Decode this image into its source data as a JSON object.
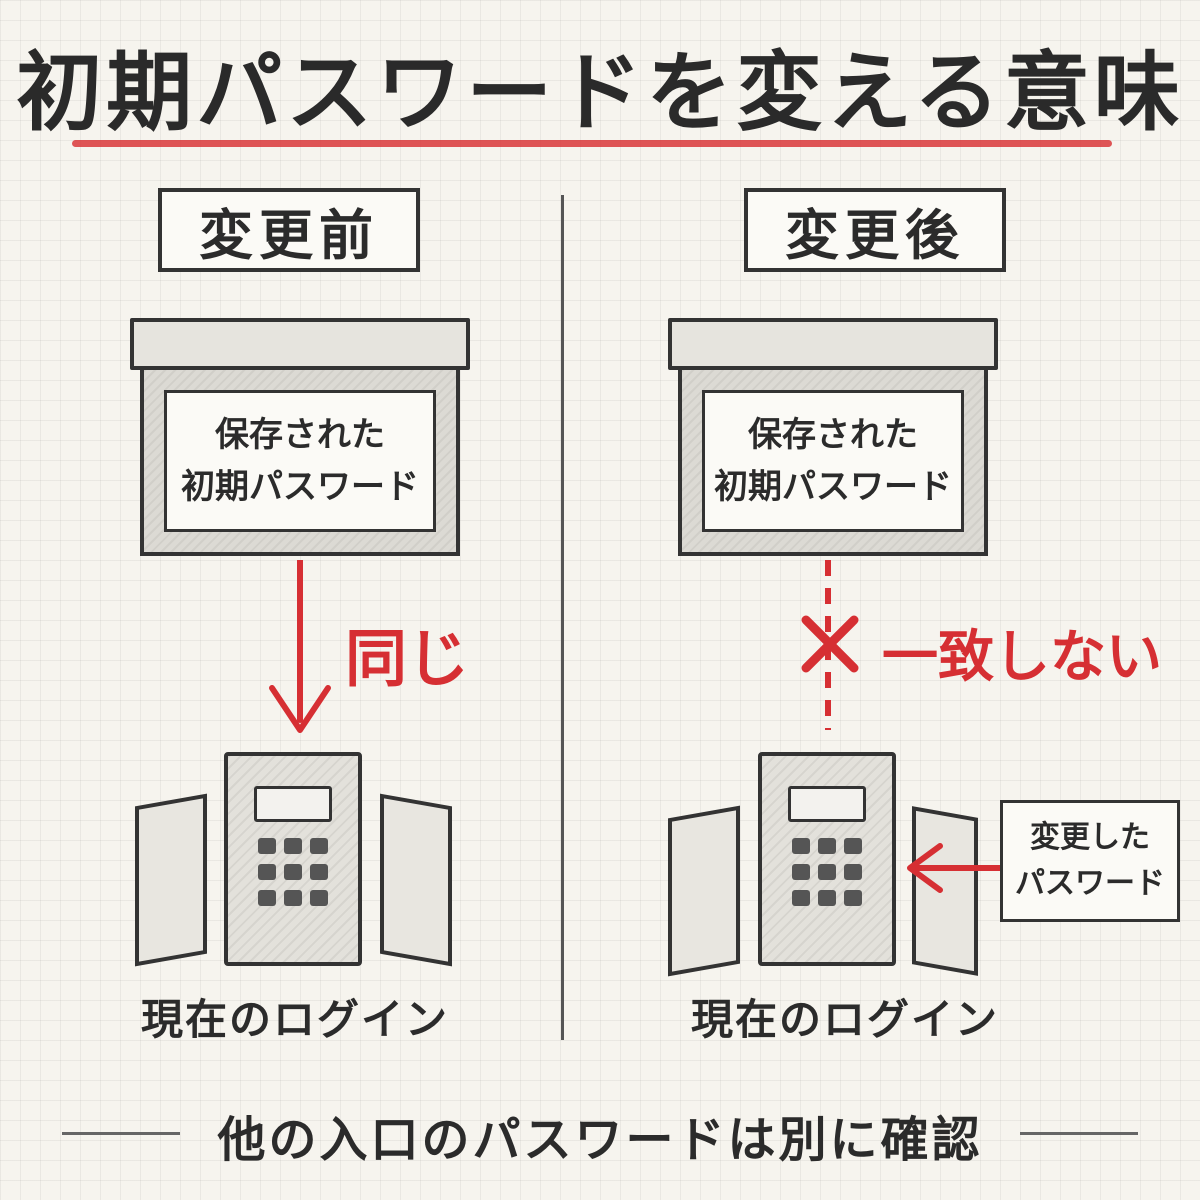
{
  "title": "初期パスワードを変える意味",
  "before": {
    "label": "変更前",
    "box_line1": "保存された",
    "box_line2": "初期パスワード",
    "relation": "同じ",
    "caption": "現在のログイン"
  },
  "after": {
    "label": "変更後",
    "box_line1": "保存された",
    "box_line2": "初期パスワード",
    "relation": "一致しない",
    "caption": "現在のログイン",
    "note_line1": "変更した",
    "note_line2": "パスワード"
  },
  "footer": "他の入口のパスワードは別に確認",
  "colors": {
    "accent": "#d62f33",
    "ink": "#2b2b2b",
    "paper": "#f6f4ee"
  }
}
